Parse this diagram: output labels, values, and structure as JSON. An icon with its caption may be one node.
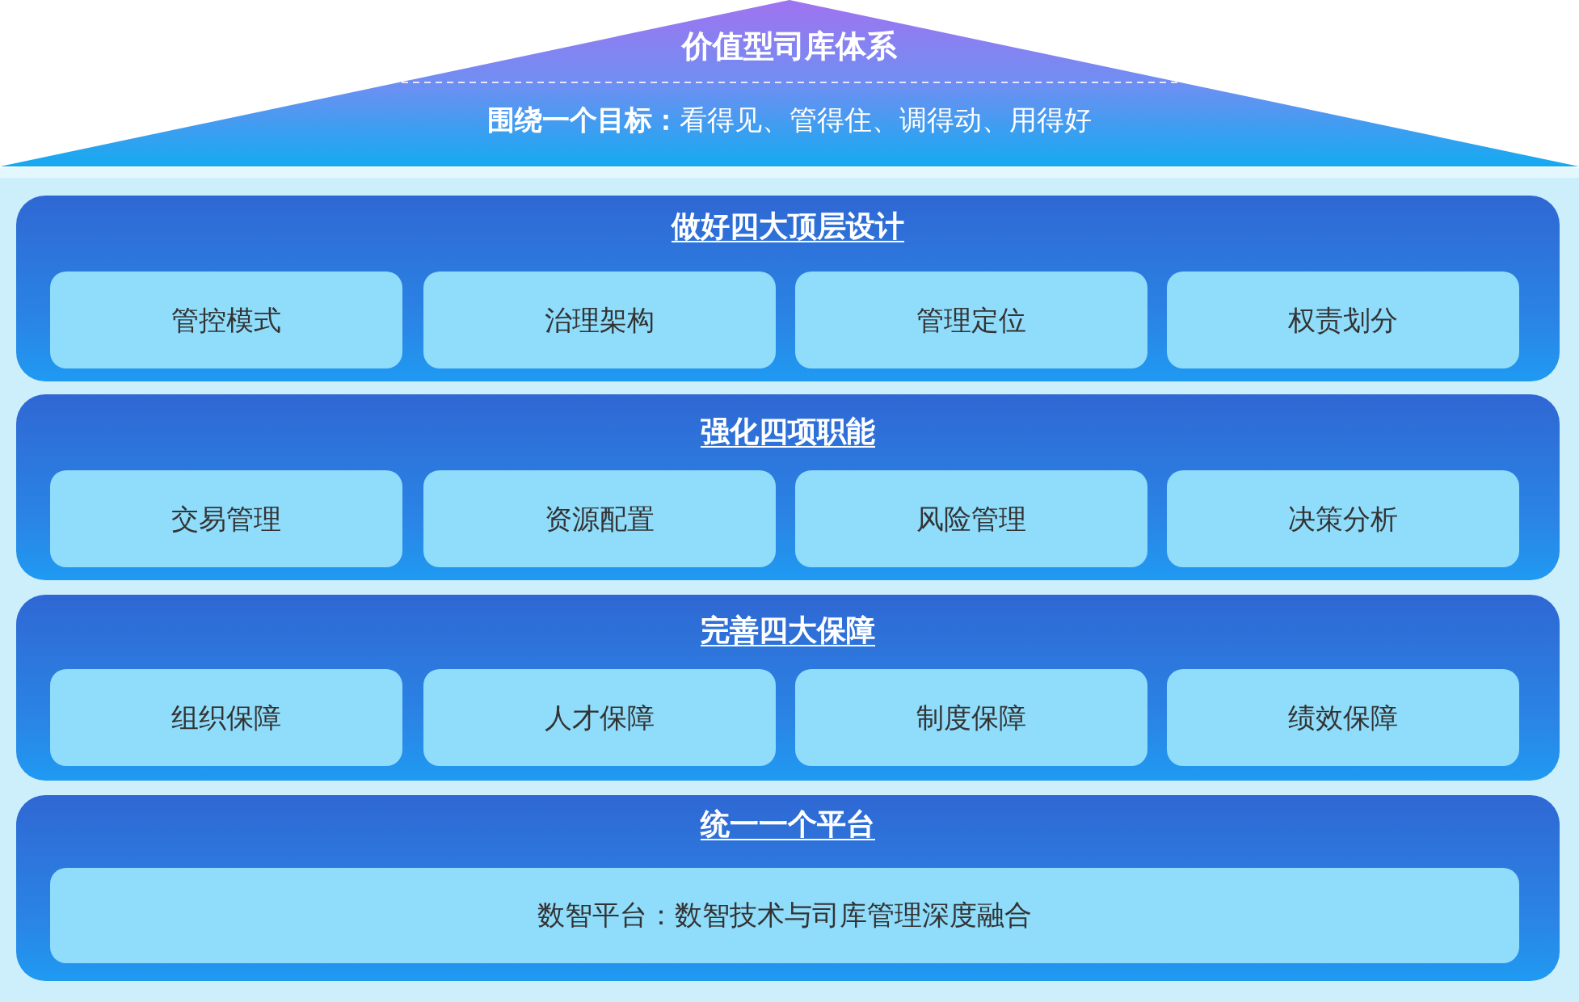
{
  "diagram": {
    "nodes": [
      {
        "text": [
          "价值型司库体系",
          "**围绕一个目标：**看得见、管得住、调得动、用得好"
        ]
      },
      {
        "text": [
          "做好四大顶层设计"
        ]
      },
      {
        "text": [
          "管控模式"
        ],
        "in": 1
      },
      {
        "text": [
          "治理架构"
        ],
        "in": 1
      },
      {
        "text": [
          "管理定位"
        ],
        "in": 1
      },
      {
        "text": [
          "权责划分"
        ],
        "in": 1
      },
      {
        "text": [
          "强化四项职能"
        ]
      },
      {
        "text": [
          "交易管理"
        ],
        "in": 6
      },
      {
        "text": [
          "资源配置"
        ],
        "in": 6
      },
      {
        "text": [
          "风险管理"
        ],
        "in": 6
      },
      {
        "text": [
          "决策分析"
        ],
        "in": 6
      },
      {
        "text": [
          "完善四大保障"
        ]
      },
      {
        "text": [
          "组织保障"
        ],
        "in": 11
      },
      {
        "text": [
          "人才保障"
        ],
        "in": 11
      },
      {
        "text": [
          "制度保障"
        ],
        "in": 11
      },
      {
        "text": [
          "绩效保障"
        ],
        "in": 11
      },
      {
        "text": [
          "统一一个平台"
        ]
      },
      {
        "text": [
          "数智平台：数智技术与司库管理深度融合"
        ],
        "in": 16
      }
    ]
  }
}
